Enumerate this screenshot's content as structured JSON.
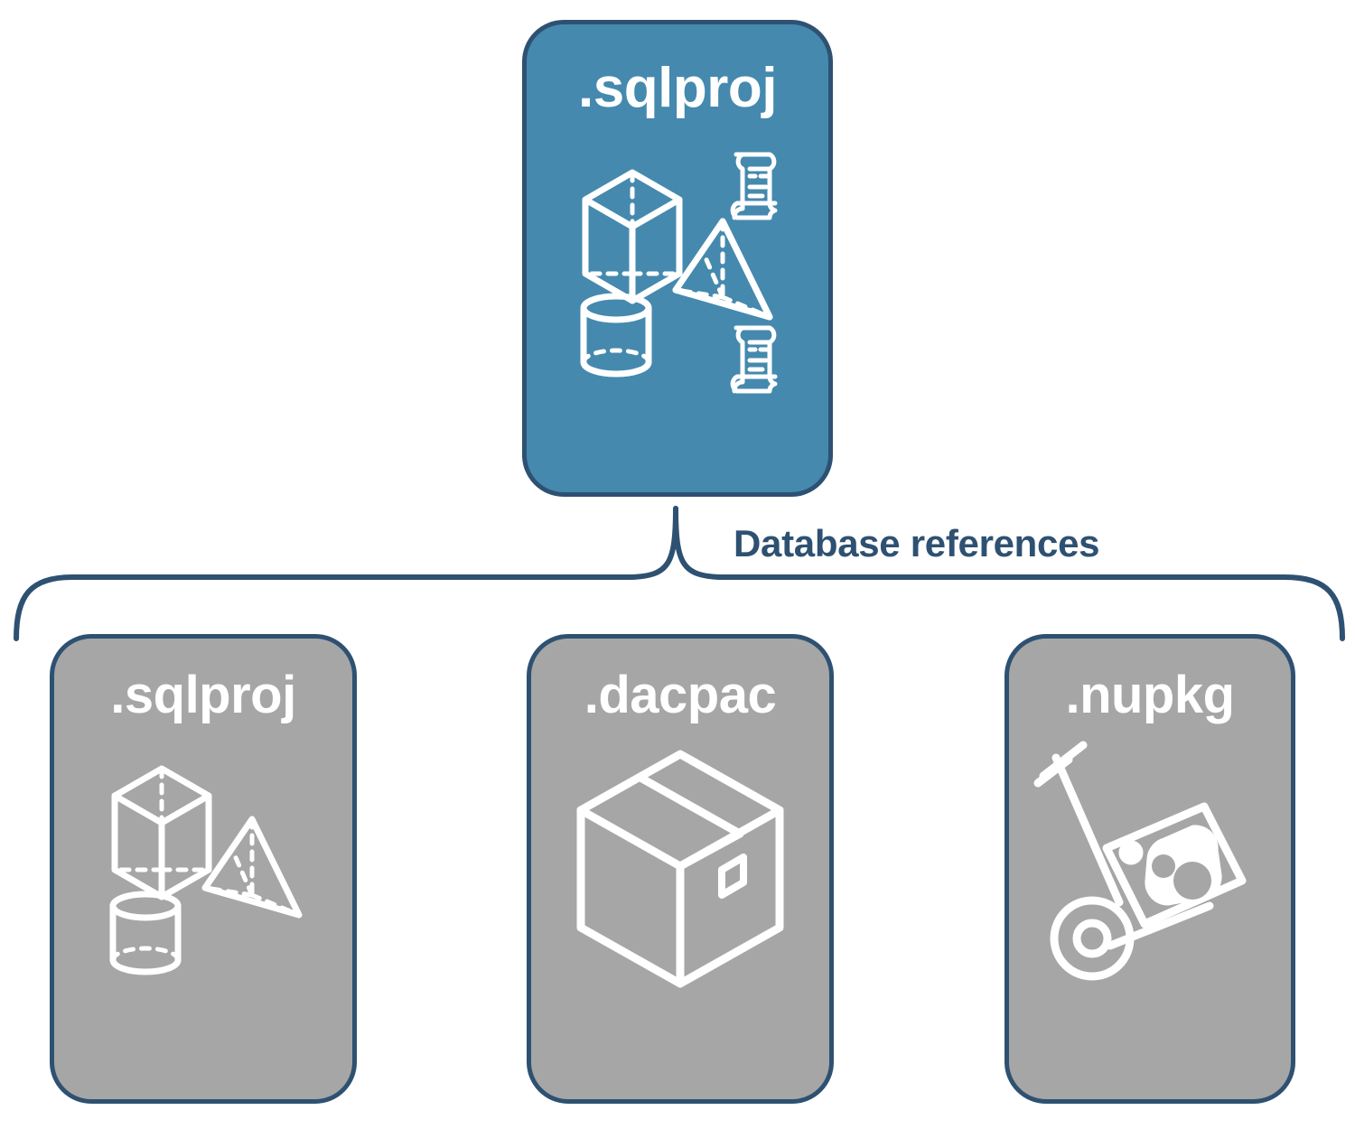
{
  "diagram": {
    "title_label": "Database references",
    "colors": {
      "primary_fill": "#4589AE",
      "secondary_fill": "#A6A6A6",
      "border": "#2E5172",
      "text_on_card": "#FFFFFF",
      "label_text": "#2E5172"
    }
  },
  "top_node": {
    "label": ".sqlproj",
    "icons": [
      "cube-wireframe-icon",
      "pyramid-wireframe-icon",
      "cylinder-wireframe-icon",
      "scroll-script-icon",
      "scroll-script-icon"
    ]
  },
  "reference_nodes": [
    {
      "label": ".sqlproj",
      "icons": [
        "cube-wireframe-icon",
        "pyramid-wireframe-icon",
        "cylinder-wireframe-icon"
      ]
    },
    {
      "label": ".dacpac",
      "icons": [
        "package-box-icon"
      ]
    },
    {
      "label": ".nupkg",
      "icons": [
        "hand-truck-nuget-package-icon"
      ]
    }
  ]
}
